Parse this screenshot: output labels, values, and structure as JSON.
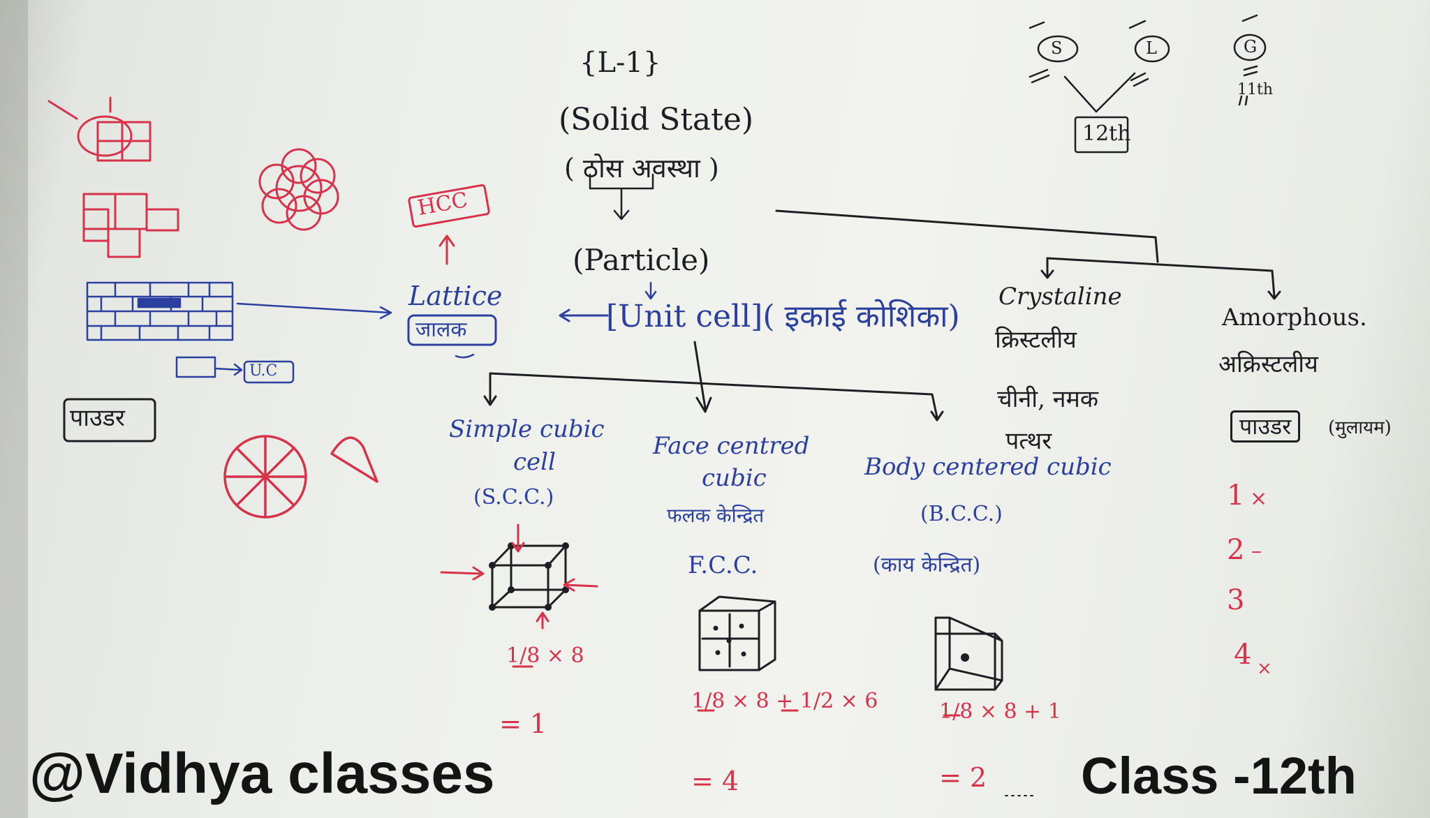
{
  "board": {
    "lecture": "{L-1}",
    "topic_en": "(Solid State)",
    "topic_hi": "( ठोस अवस्था )",
    "particle": "(Particle)",
    "unit_cell": "[Unit cell]( इकाई कोशिका)",
    "hcc": "HCC",
    "lattice": "Lattice",
    "lattice_hi": "जालक",
    "uc": "U.C",
    "powder_left": "पाउडर",
    "classes": {
      "s": "S",
      "l": "L",
      "g": "G",
      "twelfth": "12th",
      "eleventh": "11th"
    },
    "crystalline": {
      "title": "Crystaline",
      "hindi": "क्रिस्टलीय",
      "ex1": "चीनी, नमक",
      "ex2": "पत्थर"
    },
    "amorphous": {
      "title": "Amorphous.",
      "hindi": "अक्रिस्टलीय",
      "powder": "पाउडर",
      "note": "(मुलायम)"
    },
    "list": [
      "1",
      "2",
      "3",
      "4"
    ],
    "cubic_types": [
      {
        "name_l1": "Simple cubic",
        "name_l2": "cell",
        "abbr": "(S.C.C.)",
        "hindi": "",
        "formula": "1/8 × 8",
        "result": "= 1"
      },
      {
        "name_l1": "Face centred",
        "name_l2": "cubic",
        "abbr": "F.C.C.",
        "hindi": "फलक केन्द्रित",
        "formula": "1/8 × 8 + 1/2 × 6",
        "result": "= 4"
      },
      {
        "name_l1": "Body centered cubic",
        "name_l2": "",
        "abbr": "(B.C.C.)",
        "hindi": "(काय केन्द्रित)",
        "formula": "1/8 × 8 + 1",
        "result": "= 2"
      }
    ]
  },
  "watermark": {
    "left": "@Vidhya classes",
    "right": "Class -12th"
  },
  "colors": {
    "blue_ink": "#2a3f9e",
    "red_ink": "#d8324a",
    "black_ink": "#1e1e22",
    "board": "#eef0ec"
  }
}
